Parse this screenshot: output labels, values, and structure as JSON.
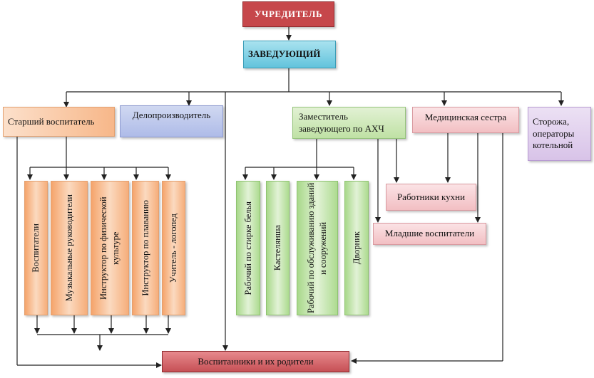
{
  "nodes": {
    "founder": "УЧРЕДИТЕЛЬ",
    "head": "ЗАВЕДУЮЩИЙ",
    "senior_teacher": "Старший воспитатель",
    "clerk": "Делопроизводитель",
    "deputy_ahch": "Заместитель заведующего по АХЧ",
    "nurse": "Медицинская сестра",
    "guards": "Сторожа, операторы котельной",
    "teachers": "Воспитатели",
    "music_directors": "Музыкальные руководители",
    "pe_instructor": "Инструктор по физической культуре",
    "swim_instructor": "Инструктор по плаванию",
    "speech_therapist": "Учитель - логопед",
    "laundry_worker": "Рабочий по стирке белья",
    "linen_keeper": "Кастелянша",
    "maintenance_worker": "Рабочий по обслуживанию зданий и сооружений",
    "janitor": "Дворник",
    "kitchen_workers": "Работники кухни",
    "junior_teachers": "Младшие воспитатели",
    "pupils_parents": "Воспитанники и их родители"
  }
}
